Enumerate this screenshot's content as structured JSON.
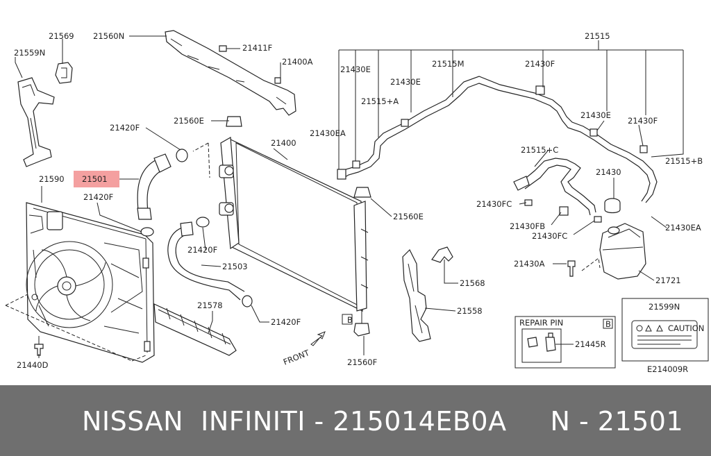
{
  "labels": {
    "l21569": "21569",
    "l21560N": "21560N",
    "l21411F": "21411F",
    "l21559N": "21559N",
    "l21400A": "21400A",
    "l21515": "21515",
    "l21430E_a": "21430E",
    "l21515M": "21515M",
    "l21430F_a": "21430F",
    "l21430E_b": "21430E",
    "l21515A": "21515+A",
    "l21420F_a": "21420F",
    "l21560E_a": "21560E",
    "l21430EA_a": "21430EA",
    "l21430E_c": "21430E",
    "l21430F_b": "21430F",
    "l21400": "21400",
    "l21515C": "21515+C",
    "l21515B": "21515+B",
    "l21590": "21590",
    "l21501": "21501",
    "l21430": "21430",
    "l21420F_b": "21420F",
    "l21430FC_a": "21430FC",
    "l21560E_b": "21560E",
    "l21430FB": "21430FB",
    "l21430EA_b": "21430EA",
    "l21430FC_b": "21430FC",
    "l21420F_c": "21420F",
    "l21503": "21503",
    "l21430A": "21430A",
    "l21721": "21721",
    "l21568": "21568",
    "l21578": "21578",
    "l21558": "21558",
    "l21599N": "21599N",
    "l21420F_d": "21420F",
    "l21445R": "21445R",
    "l21560F": "21560F",
    "l21440D": "21440D",
    "front": "FRONT",
    "caution": "CAUTION",
    "diagram_code": "E214009R"
  },
  "repair_pin": {
    "title": "REPAIR PIN",
    "badge": "B"
  },
  "radiator_badge": "B",
  "highlight_color": "#f4a0a0",
  "footer": {
    "text": "NISSAN  INFINITI - 215014EB0A     N - 21501"
  }
}
